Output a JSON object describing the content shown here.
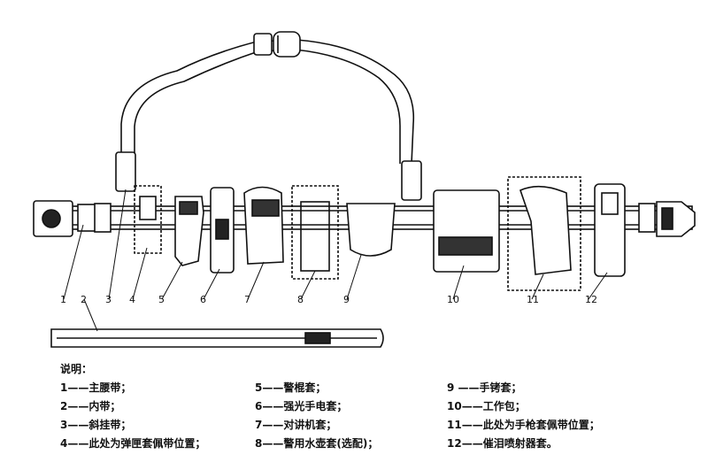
{
  "callouts": [
    "1",
    "2",
    "3",
    "4",
    "5",
    "6",
    "7",
    "8",
    "9",
    "10",
    "11",
    "12"
  ],
  "legend": {
    "title": "说明：",
    "columns": [
      [
        "1——主腰带；",
        "2——内带；",
        "3——斜挂带；",
        "4——此处为弹匣套佩带位置；"
      ],
      [
        "5——警棍套；",
        "6——强光手电套；",
        "7——对讲机套；",
        "8——警用水壶套(选配)；"
      ],
      [
        "9 ——手铐套；",
        "10——工作包；",
        "11——此处为手枪套佩带位置；",
        "12——催泪喷射器套。"
      ]
    ]
  }
}
